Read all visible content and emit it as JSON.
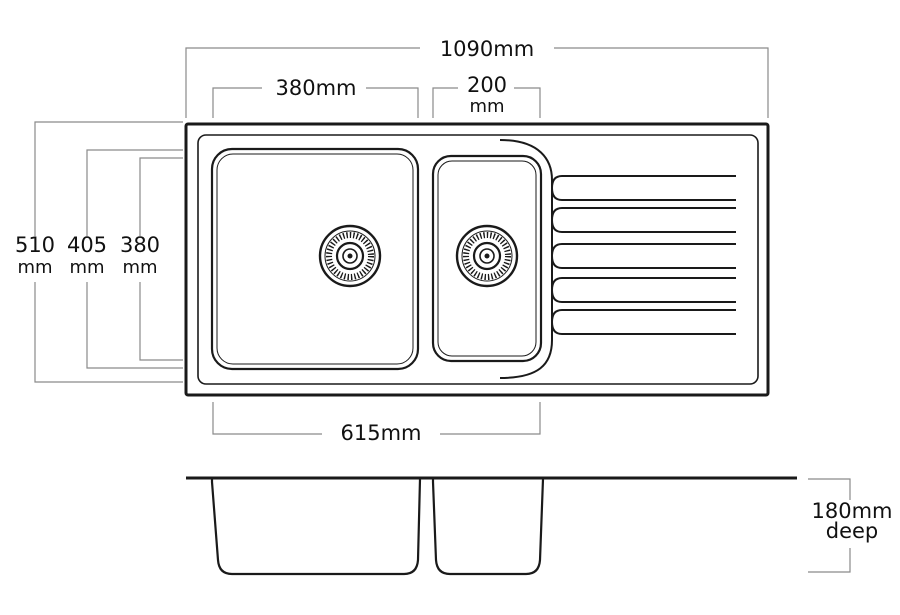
{
  "colors": {
    "outline": "#1a1a1a",
    "dimension_line": "#8a8a8a",
    "background": "#ffffff"
  },
  "dimensions": {
    "overall_length": "1090mm",
    "main_bowl_width": "380mm",
    "small_bowl_width_value": "200",
    "small_bowl_width_unit": "mm",
    "overall_depth_value": "510",
    "overall_depth_unit": "mm",
    "main_bowl_length_value": "405",
    "main_bowl_length_unit": "mm",
    "small_bowl_length_value": "380",
    "small_bowl_length_unit": "mm",
    "bowls_span": "615mm",
    "bowl_depth_value": "180mm",
    "bowl_depth_note": "deep"
  },
  "parts": {
    "drainer_grooves": 5,
    "wastes": 2
  }
}
